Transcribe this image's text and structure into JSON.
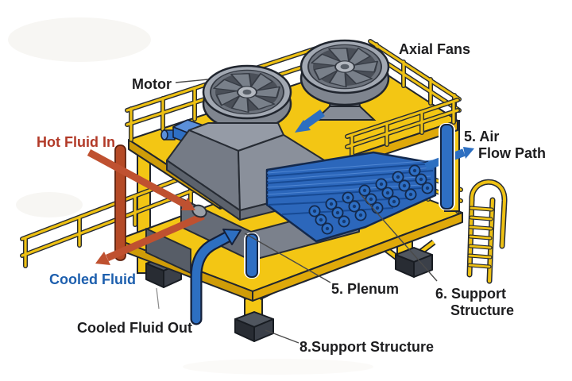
{
  "diagram": {
    "type": "induced-draft air cooled heat exchanger / cooling tower cutaway illustration",
    "labels": {
      "axial_fans": "Axial Fans",
      "motor": "Motor",
      "hot_fluid_in": "Hot Fluid In",
      "cooled_fluid": "Cooled Fluid",
      "cooled_fluid_out": "Cooled Fluid Out",
      "air_flow_line1": "5. Air",
      "air_flow_line2": "Flow Path",
      "plenum": "5. Plenum",
      "support6_line1": "6. Support",
      "support6_line2": "Structure",
      "support8": "8.Support Structure"
    },
    "arrows": [
      {
        "name": "hot-fluid-in-arrow",
        "color": "#bf5130",
        "direction": "down-right"
      },
      {
        "name": "cooled-fluid-arrow",
        "color": "#bf5130",
        "direction": "down-left"
      },
      {
        "name": "cooled-fluid-out-arrow",
        "color": "#2d6fc1",
        "direction": "up-right"
      },
      {
        "name": "air-flow-arrow",
        "color": "#2d6fc1",
        "direction": "right"
      },
      {
        "name": "deck-airflow-arrow",
        "color": "#2d6fc1",
        "direction": "down-left"
      }
    ],
    "colors": {
      "platform_yellow": "#f3c614",
      "fascia_yellow_dark": "#cf9c08",
      "machine_gray": "#848a95",
      "pipe_blue": "#2e6fc4",
      "tube_blue": "#2c67bb",
      "hot_red": "#bf5130",
      "text_dark": "#1d1d1f",
      "text_red": "#b23a28",
      "text_blue": "#1d5fae",
      "outline_dark": "#20252e"
    }
  }
}
